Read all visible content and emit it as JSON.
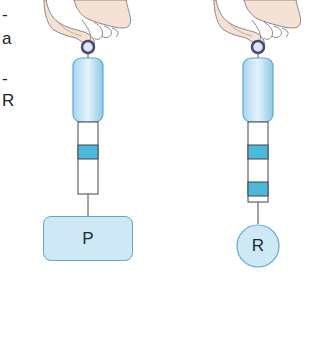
{
  "diagram": {
    "nodes": [
      {
        "text": [
          "P"
        ]
      },
      {
        "text": [
          "R"
        ]
      }
    ],
    "labels": [
      "-",
      "a",
      "-",
      "R"
    ]
  }
}
